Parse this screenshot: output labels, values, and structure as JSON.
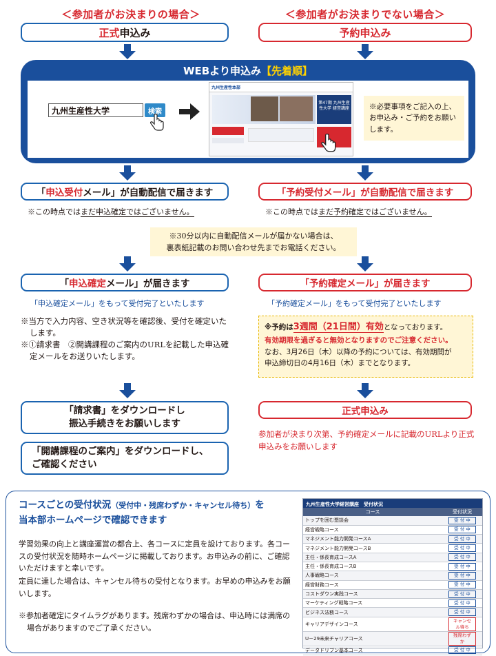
{
  "left_column": {
    "header": "＜参加者がお決まりの場合＞",
    "entry_box": {
      "strong": "正式",
      "rest": "申込み"
    },
    "auto_mail": {
      "open": "「",
      "strong": "申込受付",
      "rest": "メール」が自動配信で届きます"
    },
    "auto_mail_note_pre": "※この時点では",
    "auto_mail_note_u": "まだ申込確定ではございません。",
    "confirm_mail": {
      "open": "「",
      "strong": "申込確定",
      "rest": "メール」が届きます"
    },
    "confirm_sub": "「申込確定メール」をもって受付完了といたします",
    "confirm_note1": "※当方で入力内容、空き状況等を確認後、受付を確定いたします。",
    "confirm_note2": "※①請求書　②開講課程のご案内のURLを記載した申込確定メールをお送りいたします。",
    "invoice_box": {
      "line1": "「請求書」をダウンロードし",
      "line2": "振込手続きをお願いします"
    },
    "course_info_box": {
      "line1": "「開講課程のご案内」をダウンロードし、",
      "line2": "ご確認ください"
    }
  },
  "right_column": {
    "header": "＜参加者がお決まりでない場合＞",
    "entry_box": {
      "strong": "予約",
      "rest": "申込み"
    },
    "auto_mail": {
      "open": "「",
      "strong": "予約受付",
      "rest": "メール」が自動配信で届きます"
    },
    "auto_mail_note_pre": "※この時点では",
    "auto_mail_note_u": "まだ予約確定ではございません。",
    "confirm_mail": {
      "open": "「",
      "strong": "予約確定",
      "rest": "メール」が届きます"
    },
    "confirm_sub": "「予約確定メール」をもって受付完了といたします",
    "validity": {
      "pre": "※予約は",
      "strong": "3週間（21日間）有効",
      "post": "となっております。",
      "line2": "有効期限を過ぎると無効となりますのでご注意ください。",
      "line3": "なお、3月26日（木）以降の予約については、有効期間が",
      "line4": "申込締切日の4月16日（木）までとなります。"
    },
    "formal_box": "正式申込み",
    "formal_note": "参加者が決まり次第、予約確定メールに記載のURLより正式申込みをお願いします"
  },
  "web": {
    "title": "WEBより申込み",
    "title_badge": "【先着順】",
    "search_value": "九州生産性大学",
    "search_button": "検索",
    "site_header": "九州生産性本部",
    "site_banner": "第47期 九州生産性大学 経営講座",
    "note": "※必要事項をご記入の上、お申込み・ご予約をお願いします。"
  },
  "middle_note": {
    "line1": "※30分以内に自動配信メールが届かない場合は、",
    "line2": "裏表紙記載のお問い合わせ先までお電話ください。"
  },
  "bottom": {
    "title_line1_pre": "コースごとの受付状況",
    "title_line1_small": "（受付中・残席わずか・キャンセル待ち）",
    "title_line1_post": "を",
    "title_line2": "当本部ホームページで確認できます",
    "body1": "学習効果の向上と講座運営の都合上、各コースに定員を設けております。各コースの受付状況を随時ホームページに掲載しております。お申込みの前に、ご確認いただけますと幸いです。",
    "body2": "定員に達した場合は、キャンセル待ちの受付となります。お早めの申込みをお願いします。",
    "body3": "※参加者確定にタイムラグがあります。残席わずかの場合は、申込時には満席の場合がありますのでご了承ください。",
    "table_title": "九州生産性大学経営講座　受付状況",
    "table_head": {
      "course": "コース",
      "status": "受付状況"
    },
    "rows": [
      {
        "course": "トップを囲む懇談会",
        "status": "受 付 中",
        "warn": false
      },
      {
        "course": "経営戦略コース",
        "status": "受 付 中",
        "warn": false
      },
      {
        "course": "マネジメント能力開発コースA",
        "status": "受 付 中",
        "warn": false
      },
      {
        "course": "マネジメント能力開発コースB",
        "status": "受 付 中",
        "warn": false
      },
      {
        "course": "主任・係長育成コースA",
        "status": "受 付 中",
        "warn": false
      },
      {
        "course": "主任・係長育成コースB",
        "status": "受 付 中",
        "warn": false
      },
      {
        "course": "人事戦略コース",
        "status": "受 付 中",
        "warn": false
      },
      {
        "course": "経営財務コース",
        "status": "受 付 中",
        "warn": false
      },
      {
        "course": "コストダウン実践コース",
        "status": "受 付 中",
        "warn": false
      },
      {
        "course": "マーケティング戦略コース",
        "status": "受 付 中",
        "warn": false
      },
      {
        "course": "ビジネス法務コース",
        "status": "受 付 中",
        "warn": false
      },
      {
        "course": "キャリアデザインコース",
        "status": "キャンセル待ち",
        "warn": true
      },
      {
        "course": "U－29未来チャリアコース",
        "status": "残席わずか",
        "warn": true
      },
      {
        "course": "データドリブン基本コース",
        "status": "受 付 中",
        "warn": false
      }
    ]
  },
  "colors": {
    "blue": "#1a4f9c",
    "red": "#d7282f",
    "cream": "#fff6d6"
  }
}
